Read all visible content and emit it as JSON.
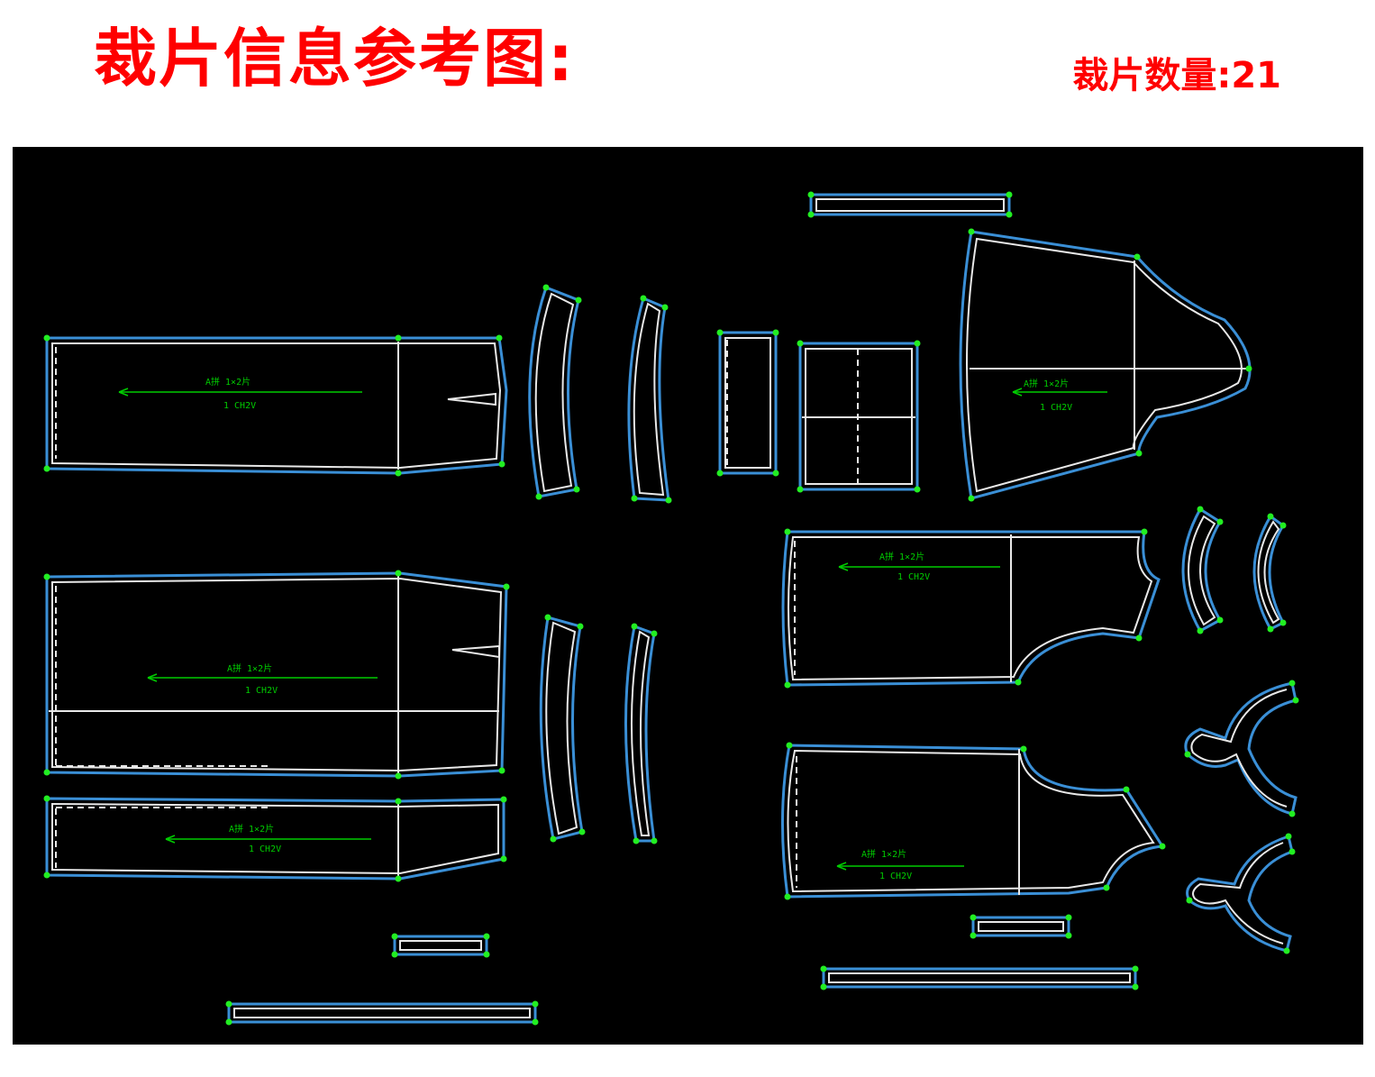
{
  "header": {
    "title": "裁片信息参考图:",
    "count_label": "裁片数量:",
    "count_value": "21"
  },
  "colors": {
    "title": "#ff0000",
    "background": "#000000",
    "outline_blue": "#3a8fd6",
    "seam_white": "#e8e8e8",
    "notch_green": "#22ee22",
    "grain_green": "#00cc00"
  },
  "piece_labels": {
    "name": "A拼 1×2片",
    "qty": "1 CH2V"
  }
}
